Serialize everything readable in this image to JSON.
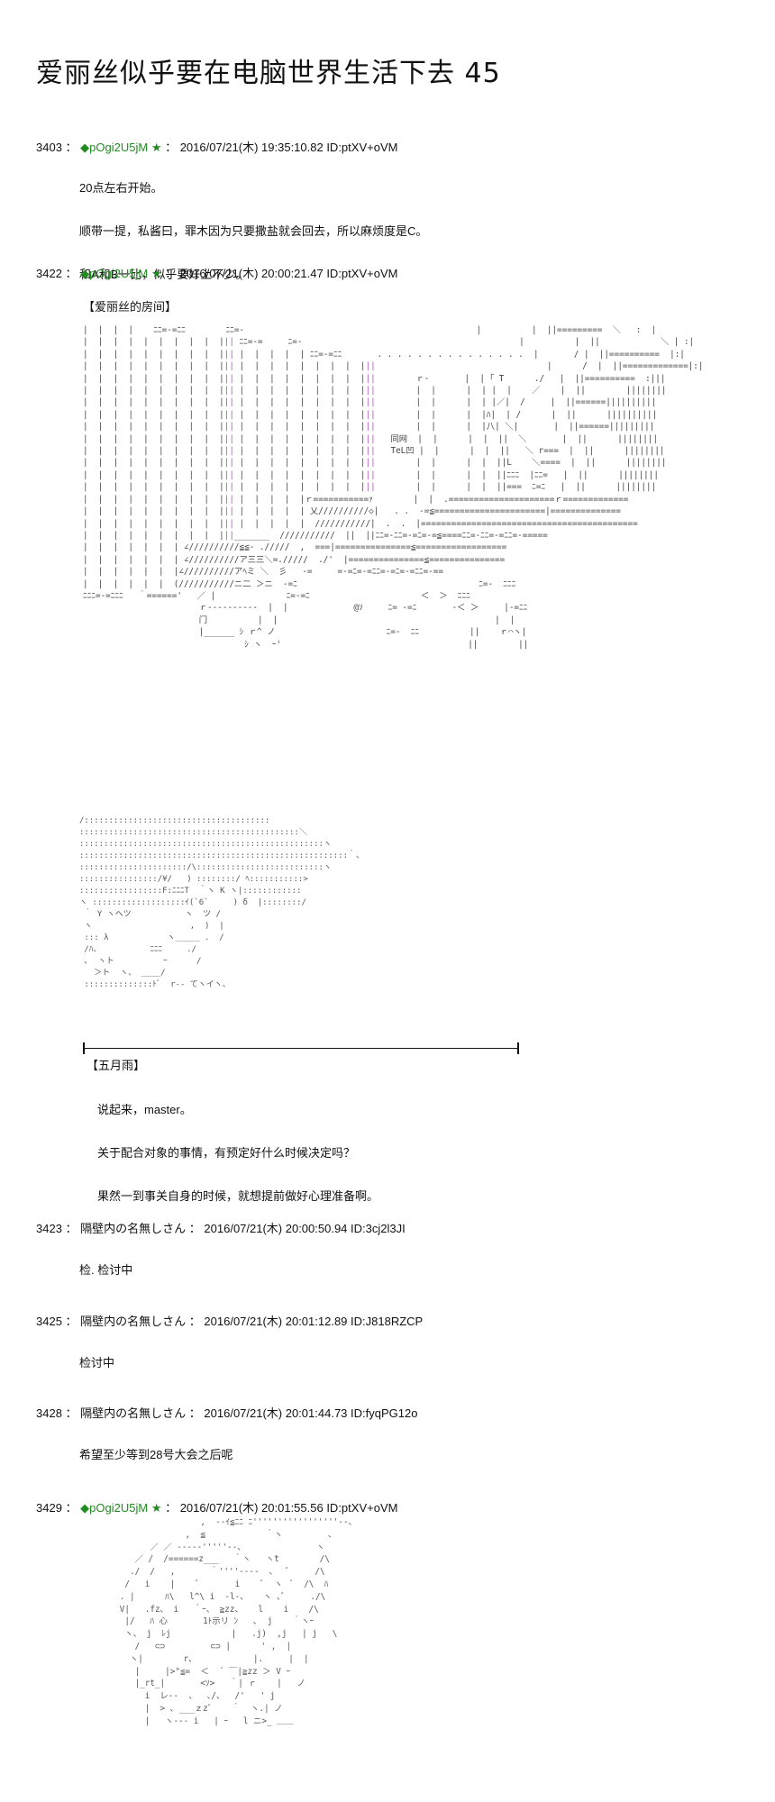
{
  "title": "爱丽丝似乎要在电脑世界生活下去 45",
  "posts": [
    {
      "number": "3403",
      "author_trip": "◆pOgi2U5jM",
      "star": "★",
      "date": "2016/07/21(木) 19:35:10.82 ID:ptXV+oVM",
      "lines": [
        "20点左右开始。",
        "顺带一提，私酱曰，罪木因为只要撒盐就会回去，所以麻烦度是C。",
        "和A和B一比，似乎要好上不少。"
      ]
    },
    {
      "number": "3422",
      "author_trip": "◆pOgi2U5jM",
      "star": "★",
      "date": "2016/07/21(木) 20:00:21.47 ID:ptXV+oVM",
      "section_label": "【爱丽丝的房间】",
      "speaker": "【五月雨】",
      "lines": [
        "说起来，master。",
        "关于配合对象的事情，有预定好什么时候决定吗？",
        "果然一到事关自身的时候，就想提前做好心理准备啊。"
      ]
    },
    {
      "number": "3423",
      "author": "隔壁内の名無しさん",
      "date": "2016/07/21(木) 20:00:50.94 ID:3cj2l3JI",
      "lines": [
        "检. 检讨中"
      ]
    },
    {
      "number": "3425",
      "author": "隔壁内の名無しさん",
      "date": "2016/07/21(木) 20:01:12.89 ID:J818RZCP",
      "lines": [
        "检讨中"
      ]
    },
    {
      "number": "3428",
      "author": "隔壁内の名無しさん",
      "date": "2016/07/21(木) 20:01:44.73 ID:fyqPG12o",
      "lines": [
        "希望至少等到28号大会之后呢"
      ]
    },
    {
      "number": "3429",
      "author_trip": "◆pOgi2U5jM",
      "star": "★",
      "date": "2016/07/21(木) 20:01:55.56 ID:ptXV+oVM"
    }
  ],
  "room_sign": [
    "同网",
    "TeL凹"
  ],
  "colors": {
    "trip": "#228b22",
    "aa_accent": "#b54cc4"
  }
}
